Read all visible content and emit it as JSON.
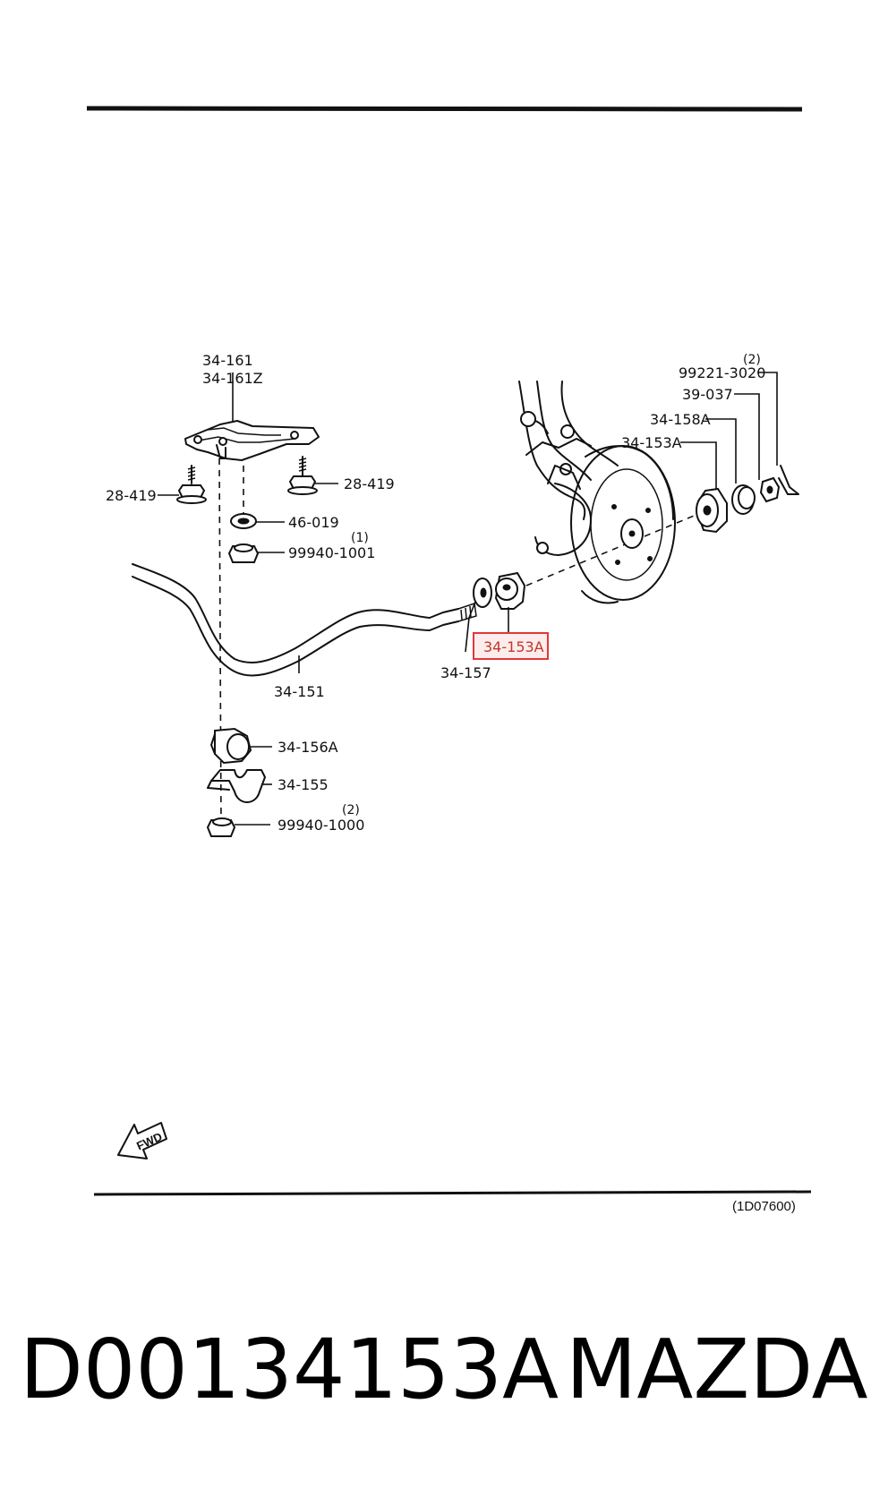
{
  "diagram": {
    "labels": {
      "bracket_a": "34-161",
      "bracket_b": "34-161Z",
      "bolt_left": "28-419",
      "bolt_right": "28-419",
      "washer": "46-019",
      "nut_top": "99940-1001",
      "nut_top_qty": "(1)",
      "bar": "34-151",
      "washer_link": "34-157",
      "bushing_highlighted": "34-153A",
      "pin": "99221-3020",
      "pin_qty": "(2)",
      "nut_castle": "39-037",
      "cap": "34-158A",
      "bushing_upper": "34-153A",
      "bushing_clamp": "34-156A",
      "clamp": "34-155",
      "nut_bottom": "99940-1000",
      "nut_bottom_qty": "(2)",
      "fwd": "FWD",
      "ref_code": "(1D07600)"
    },
    "colors": {
      "ink": "#111111",
      "highlight": "#e0393b",
      "highlight_fill": "#fdecec"
    }
  },
  "caption": {
    "part_number": "D00134153A",
    "brand": "MAZDA"
  }
}
